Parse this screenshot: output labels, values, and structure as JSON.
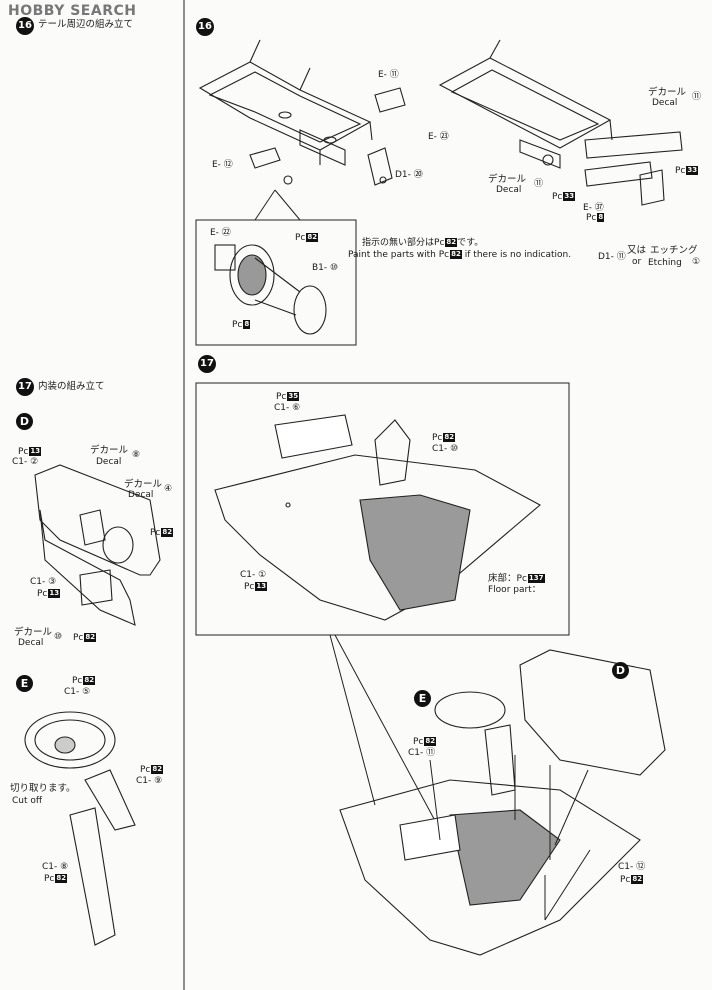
{
  "watermark": {
    "text": "HOBBY SEARCH"
  },
  "step16": {
    "number": "16",
    "title_jp": "テール周辺の組み立て",
    "labels": {
      "e11": "E- ⑪",
      "e23": "E- ㉓",
      "e12": "E- ⑫",
      "d1_20": "D1- ⑳",
      "e22": "E- ㉒",
      "b1_10": "B1- ⑩",
      "e37": "E- ㊲",
      "pc82_a": "82",
      "pc8_a": "8",
      "pc33_a": "33",
      "pc33_b": "33",
      "pc8_b": "8",
      "decal_jp_a": "デカール",
      "decal_en_a": "Decal",
      "decal_num_a": "⑪",
      "decal_jp_b": "デカール",
      "decal_en_b": "Decal",
      "decal_num_b": "⑪",
      "d1_11": "D1- ⑪",
      "or_jp": "又は",
      "or_en": "or",
      "etching_jp": "エッチング",
      "etching_en": "Etching",
      "etching_num": "①",
      "note_jp_pre": "指示の無い部分は",
      "note_jp_post": "です。",
      "note_en_pre": "Paint the parts with",
      "note_en_post": "if there is no indication.",
      "note_pc": "82"
    }
  },
  "step17": {
    "number": "17",
    "title_jp": "内装の組み立て",
    "sub_d": "D",
    "sub_e": "E",
    "labels": {
      "d_pc13_a": "13",
      "d_c1_2": "C1- ②",
      "d_decal_jp_8": "デカール",
      "d_decal_en_8": "Decal",
      "d_decal_num_8": "⑧",
      "d_decal_jp_4": "デカール",
      "d_decal_en_4": "Decal",
      "d_decal_num_4": "④",
      "d_pc82_a": "82",
      "d_c1_3": "C1- ③",
      "d_pc13_b": "13",
      "d_decal_jp_10": "デカール",
      "d_decal_en_10": "Decal",
      "d_decal_num_10": "⑩",
      "d_pc82_b": "82",
      "e_pc82_a": "82",
      "e_c1_5": "C1- ⑤",
      "e_pc82_b": "82",
      "e_c1_9": "C1- ⑨",
      "cutoff_jp": "切り取ります。",
      "cutoff_en": "Cut off",
      "e_c1_8": "C1- ⑧",
      "e_pc82_c": "82",
      "m_pc35": "35",
      "m_c1_6": "C1- ⑥",
      "m_pc82": "82",
      "m_c1_10": "C1- ⑩",
      "m_c1_1": "C1- ①",
      "m_pc13": "13",
      "floor_jp": "床部：",
      "floor_pc": "137",
      "floor_en": "Floor part：",
      "f_pc82": "82",
      "f_c1_11": "C1- ⑪",
      "f_c1_12": "C1- ⑫",
      "f_pc82_b": "82"
    }
  },
  "pc_prefix": "Pc"
}
